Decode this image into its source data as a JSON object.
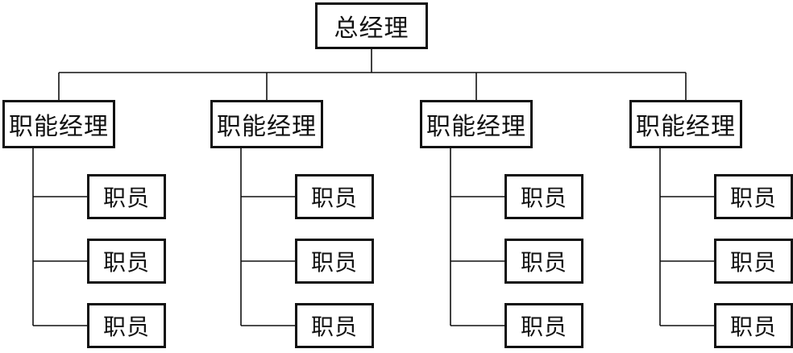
{
  "org": {
    "top": {
      "label": "总经理"
    },
    "managers": [
      {
        "label": "职能经理",
        "staff": [
          {
            "label": "职员"
          },
          {
            "label": "职员"
          },
          {
            "label": "职员"
          }
        ]
      },
      {
        "label": "职能经理",
        "staff": [
          {
            "label": "职员"
          },
          {
            "label": "职员"
          },
          {
            "label": "职员"
          }
        ]
      },
      {
        "label": "职能经理",
        "staff": [
          {
            "label": "职员"
          },
          {
            "label": "职员"
          },
          {
            "label": "职员"
          }
        ]
      },
      {
        "label": "职能经理",
        "staff": [
          {
            "label": "职员"
          },
          {
            "label": "职员"
          },
          {
            "label": "职员"
          }
        ]
      }
    ]
  },
  "colors": {
    "line": "#111111",
    "box_border": "#111111",
    "text": "#111111",
    "background": "#ffffff"
  }
}
